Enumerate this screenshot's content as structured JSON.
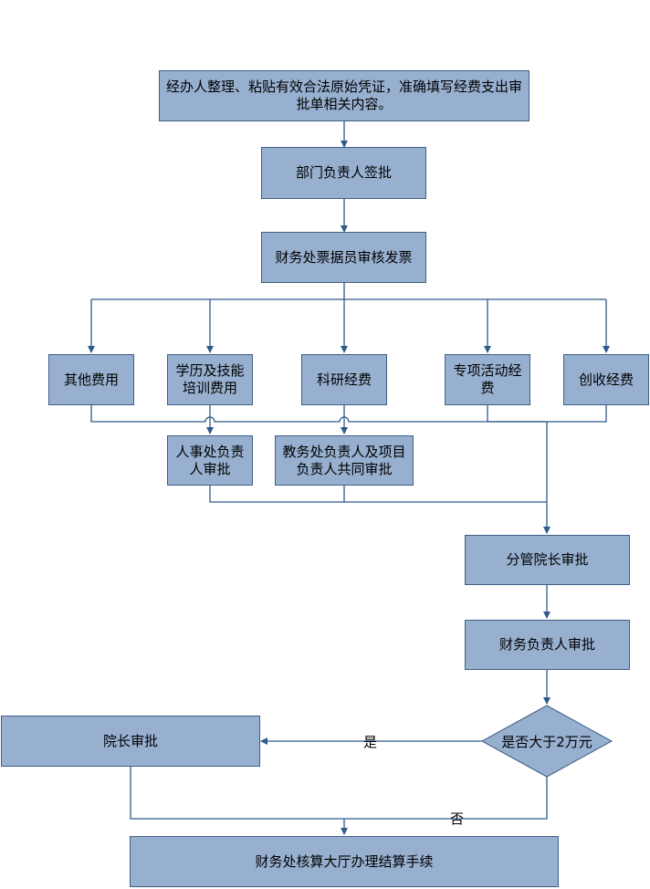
{
  "nodes": {
    "n1": "经办人整理、粘贴有效合法原始凭证，准确填写经费支出审批单相关内容。",
    "n2": "部门负责人签批",
    "n3": "财务处票据员审核发票",
    "n4": "其他费用",
    "n5": "学历及技能培训费用",
    "n6": "科研经费",
    "n7": "专项活动经费",
    "n8": "创收经费",
    "n9": "人事处负责人审批",
    "n10": "教务处负责人及项目负责人共同审批",
    "n11": "分管院长审批",
    "n12": "财务负责人审批",
    "n13": "是否大于2万元",
    "n14": "院长审批",
    "n15": "财务处核算大厅办理结算手续"
  },
  "edge_labels": {
    "yes": "是",
    "no": "否"
  },
  "colors": {
    "box_fill": "#97b0d0",
    "box_border": "#3f5f86",
    "line": "#2f5a8a"
  }
}
